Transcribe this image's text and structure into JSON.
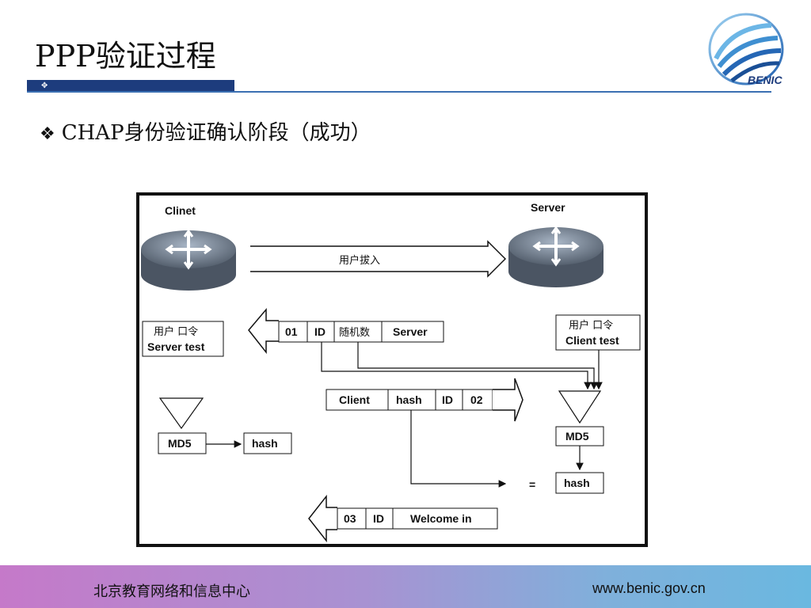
{
  "slide": {
    "title": "PPP验证过程",
    "bullet_text": "CHAP身份验证确认阶段（成功）",
    "bullet_icon": "four-diamond-bullet-icon"
  },
  "logo": {
    "text": "BENIC"
  },
  "diagram": {
    "client_label": "Clinet",
    "server_label": "Server",
    "dial_arrow_label": "用户拔入",
    "challenge_packet": [
      "01",
      "ID",
      "随机数",
      "Server"
    ],
    "server_store": {
      "header": "用户  口令",
      "value": "Server  test"
    },
    "client_store": {
      "header": "用户  口令",
      "value": "Client  test"
    },
    "response_packet": [
      "Client",
      "hash",
      "ID",
      "02"
    ],
    "md5_label": "MD5",
    "hash_label": "hash",
    "equals": "=",
    "success_packet": [
      "03",
      "ID",
      "Welcome in"
    ]
  },
  "footer": {
    "org": "北京教育网络和信息中心",
    "url": "www.benic.gov.cn"
  },
  "colors": {
    "title_bar": "#1d3c7d",
    "title_line": "#3a6fb2"
  }
}
